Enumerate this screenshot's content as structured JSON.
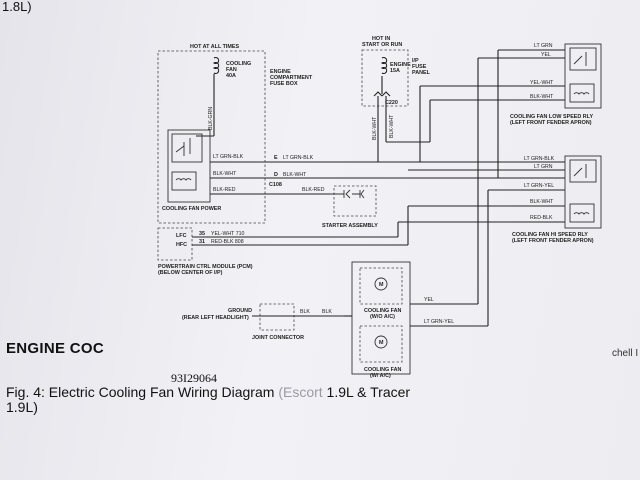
{
  "page": {
    "top_fragment": "1.8L)",
    "section_heading": "ENGINE COC",
    "right_fragment": "chell I",
    "figure_number": "93I29064",
    "caption_line1_a": "Fig. 4:  Electric Cooling Fan Wiring Diagram ",
    "caption_line1_b": "(Escort",
    "caption_line1_c": " 1.9L & Tracer",
    "caption_line2": "1.9L)"
  },
  "diagram": {
    "hot_at_all_times": "HOT AT ALL TIMES",
    "cooling_fan_fuse_1": "COOLING",
    "cooling_fan_fuse_2": "FAN",
    "cooling_fan_fuse_3": "40A",
    "eng_box_1": "ENGINE",
    "eng_box_2": "COMPARTMENT",
    "eng_box_3": "FUSE BOX",
    "hot_start_run_1": "HOT IN",
    "hot_start_run_2": "START OR RUN",
    "engine_fuse_1": "ENGINE",
    "engine_fuse_2": "15A",
    "ip_fuse_1": "I/P",
    "ip_fuse_2": "FUSE",
    "ip_fuse_3": "PANEL",
    "c220": "C220",
    "blk_grn": "BLK-GRN",
    "blk_wht_v1": "BLK-WHT",
    "blk_wht_v2": "BLK-WHT",
    "fan_power_lt_grn_blk": "LT GRN-BLK",
    "fan_power_blk_wht": "BLK-WHT",
    "fan_power_blk_red": "BLK-RED",
    "cooling_fan_power": "COOLING FAN POWER",
    "pin_e": "E",
    "pin_d": "D",
    "c108": "C108",
    "wire_e": "LT GRN-BLK",
    "wire_d": "BLK-WHT",
    "wire_blk_red": "BLK-RED",
    "starter_assembly": "STARTER ASSEMBLY",
    "lfc": "LFC",
    "hfc": "HFC",
    "pin_35": "35",
    "pin_31": "31",
    "wire_35": "YEL-WHT 710",
    "wire_31": "RED-BLK 808",
    "pcm_1": "POWERTRAIN CTRL MODULE (PCM)",
    "pcm_2": "(BELOW CENTER OF I/P)",
    "low_lt_grn": "LT GRN",
    "low_yel": "YEL",
    "low_yel_wht": "YEL-WHT",
    "low_blk_wht": "BLK-WHT",
    "low_relay_1": "COOLING FAN LOW SPEED RLY",
    "low_relay_2": "(LEFT FRONT FENDER APRON)",
    "hi_lt_grn_blk": "LT GRN-BLK",
    "hi_lt_grn": "LT GRN",
    "hi_lt_grn_yel": "LT GRN-YEL",
    "hi_blk_wht": "BLK-WHT",
    "hi_red_blk": "RED-BLK",
    "hi_relay_1": "COOLING FAN HI SPEED RLY",
    "hi_relay_2": "(LEFT FRONT FENDER APRON)",
    "ground_1": "GROUND",
    "ground_2": "(REAR LEFT HEADLIGHT)",
    "blk_a": "BLK",
    "blk_b": "BLK",
    "joint_connector": "JOINT CONNECTOR",
    "motor_1": "M",
    "motor_2": "M",
    "fan_wo_ac_1": "COOLING FAN",
    "fan_wo_ac_2": "(W/O A/C)",
    "fan_w_ac_1": "COOLING FAN",
    "fan_w_ac_2": "(W/ A/C)",
    "yel_out": "YEL",
    "lt_grn_yel_out": "LT GRN-YEL"
  }
}
